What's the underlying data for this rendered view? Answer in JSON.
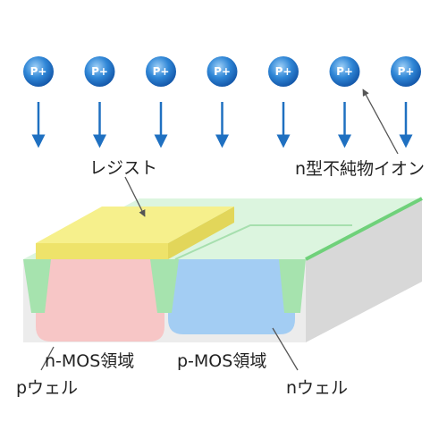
{
  "ions": {
    "symbol": "P+",
    "count": 7,
    "color_light": "#5aa9e6",
    "color_dark": "#1565c0",
    "arrow_color": "#1f70c1"
  },
  "labels": {
    "resist": "レジスト",
    "ion_type": "n型不純物イオン",
    "nmos_region": "n-MOS領域",
    "pmos_region": "p-MOS領域",
    "p_well": "pウェル",
    "n_well": "nウェル"
  },
  "colors": {
    "substrate_front": "#ececec",
    "substrate_side": "#d6d6d6",
    "top_surface": "#d9f5dc",
    "top_edge": "#6fd17a",
    "resist_top": "#f5f08a",
    "resist_front": "#efe56a",
    "p_well": "#f7c4c4",
    "n_well": "#9ec9f2",
    "isolation": "#a6e3ae"
  }
}
